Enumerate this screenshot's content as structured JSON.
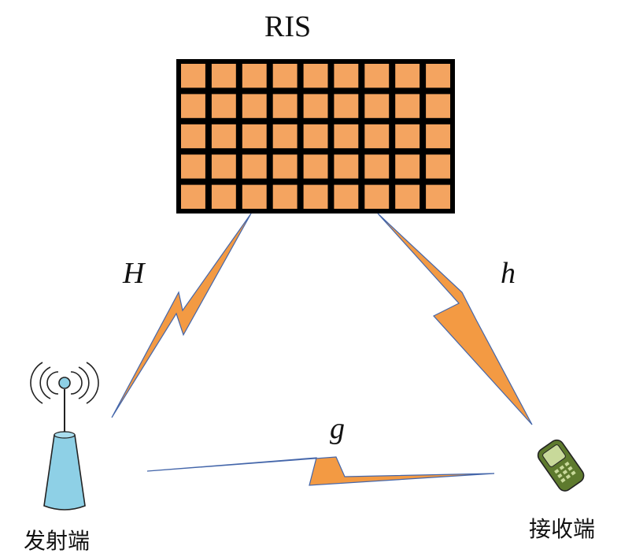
{
  "ris": {
    "label": "RIS",
    "rows": 5,
    "cols": 9,
    "element_color": "#F4A460",
    "frame_color": "#000000"
  },
  "channels": {
    "tx_to_ris": "H",
    "ris_to_rx": "h",
    "tx_to_rx": "g",
    "link_fill": "#F39A43",
    "link_edge": "#4466AA"
  },
  "transmitter": {
    "label": "发射端",
    "icon": "base-station-icon",
    "color": "#8ED0E6"
  },
  "receiver": {
    "label": "接收端",
    "icon": "mobile-phone-icon",
    "color": "#5E7A2E"
  }
}
